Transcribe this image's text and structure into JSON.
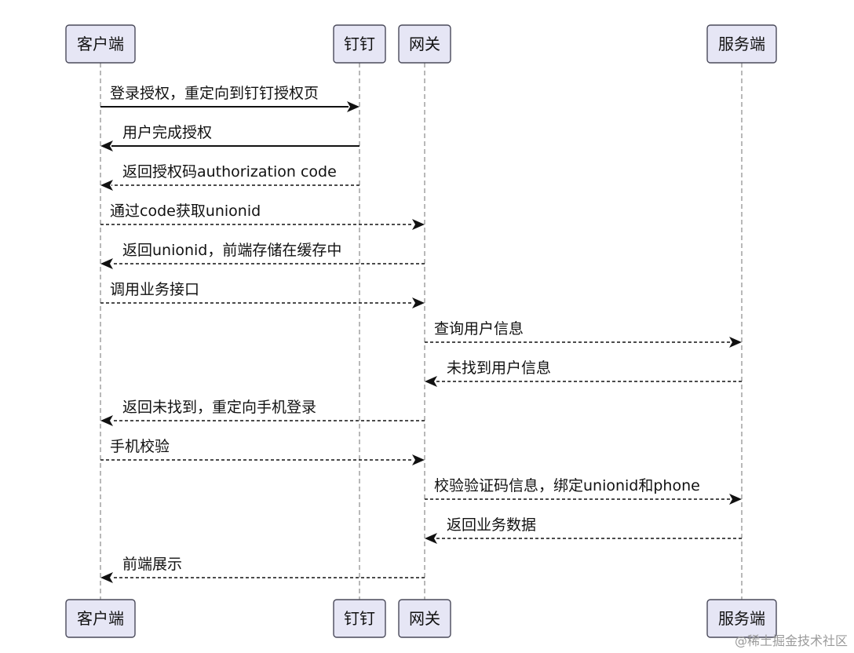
{
  "diagram": {
    "participants": [
      {
        "id": "client",
        "label": "客户端"
      },
      {
        "id": "dingtalk",
        "label": "钉钉"
      },
      {
        "id": "gateway",
        "label": "网关"
      },
      {
        "id": "server",
        "label": "服务端"
      }
    ],
    "messages": [
      {
        "from": "client",
        "to": "dingtalk",
        "style": "solid",
        "label": "登录授权，重定向到钉钉授权页"
      },
      {
        "from": "dingtalk",
        "to": "client",
        "style": "solid",
        "label": "用户完成授权"
      },
      {
        "from": "dingtalk",
        "to": "client",
        "style": "dashed",
        "label": "返回授权码authorization code"
      },
      {
        "from": "client",
        "to": "gateway",
        "style": "dashed",
        "label": "通过code获取unionid"
      },
      {
        "from": "gateway",
        "to": "client",
        "style": "dashed",
        "label": "返回unionid，前端存储在缓存中"
      },
      {
        "from": "client",
        "to": "gateway",
        "style": "dashed",
        "label": "调用业务接口"
      },
      {
        "from": "gateway",
        "to": "server",
        "style": "dashed",
        "label": "查询用户信息"
      },
      {
        "from": "server",
        "to": "gateway",
        "style": "dashed",
        "label": "未找到用户信息"
      },
      {
        "from": "gateway",
        "to": "client",
        "style": "dashed",
        "label": "返回未找到，重定向手机登录"
      },
      {
        "from": "client",
        "to": "gateway",
        "style": "dashed",
        "label": "手机校验"
      },
      {
        "from": "gateway",
        "to": "server",
        "style": "dashed",
        "label": "校验验证码信息，绑定unionid和phone"
      },
      {
        "from": "server",
        "to": "gateway",
        "style": "dashed",
        "label": "返回业务数据"
      },
      {
        "from": "gateway",
        "to": "client",
        "style": "dashed",
        "label": "前端展示"
      }
    ]
  },
  "watermark": {
    "text": "@稀土掘金技术社区"
  }
}
